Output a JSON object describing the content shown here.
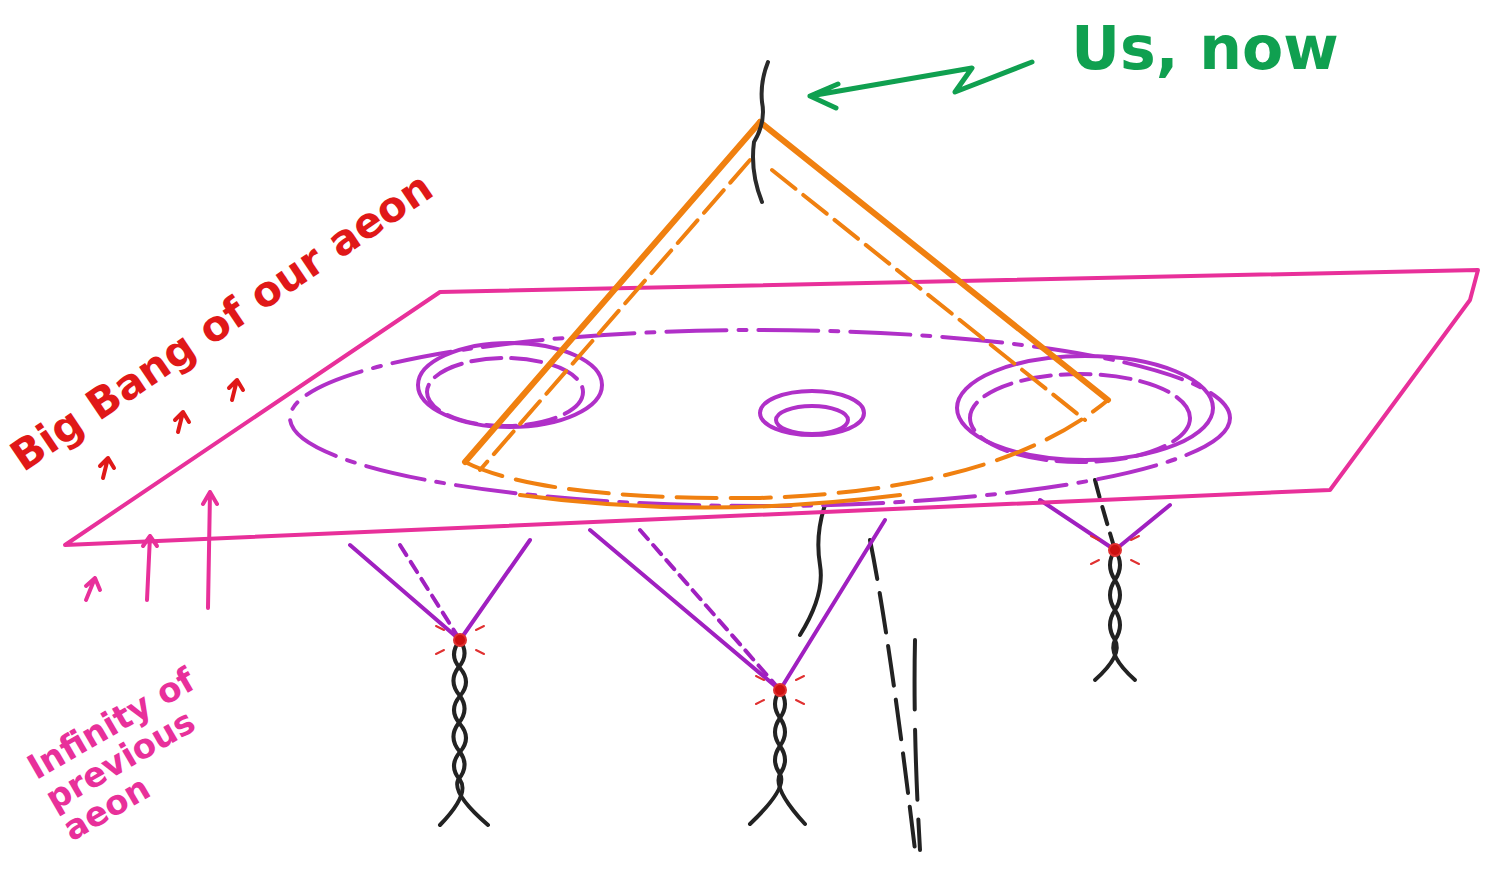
{
  "diagram": {
    "labels": [
      "Us, now",
      "Big Bang of our aeon",
      "Infinity of previous aeon"
    ]
  }
}
